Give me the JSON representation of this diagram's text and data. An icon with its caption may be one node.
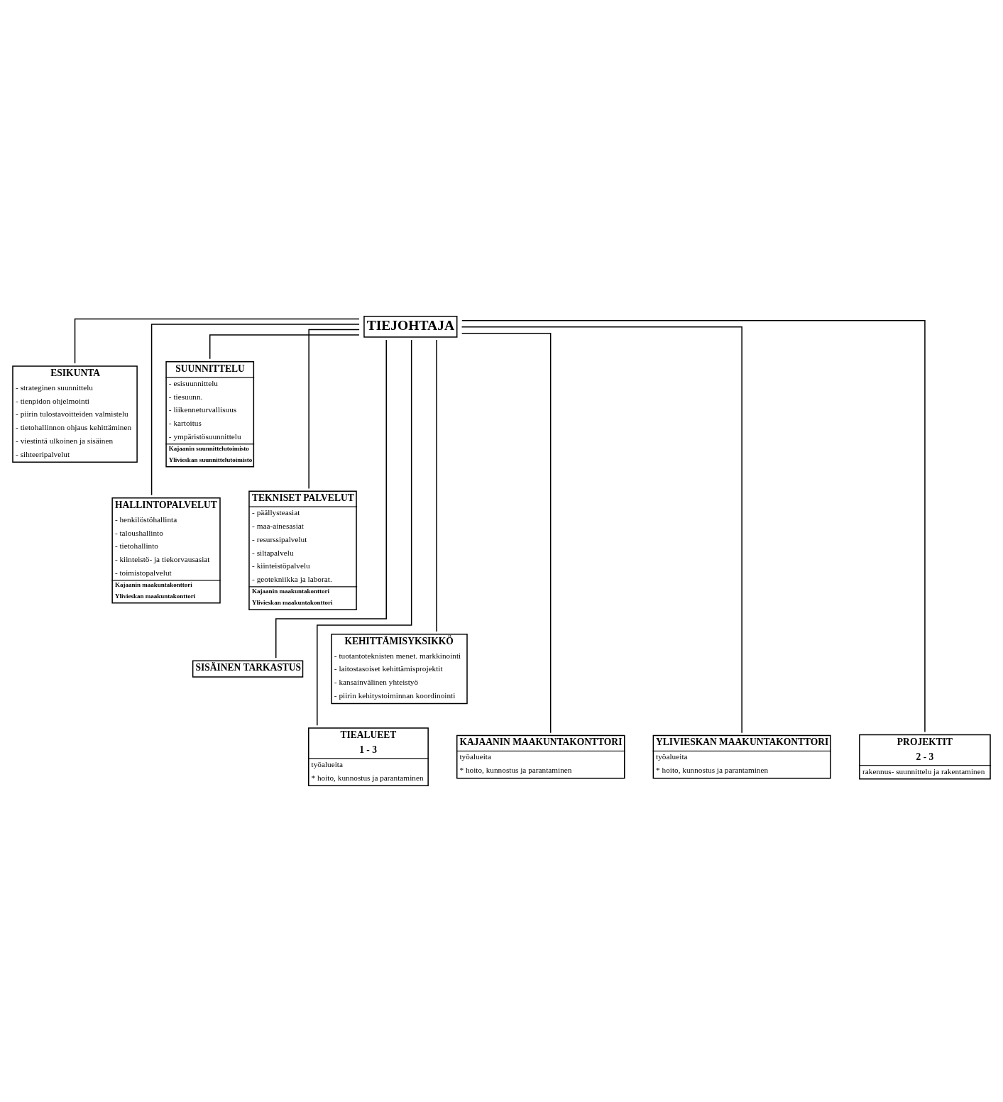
{
  "diagram": {
    "nodes": [
      {
        "text": [
          "TIEJOHTAJA"
        ]
      },
      {
        "text": [
          "ESIKUNTA",
          "- strateginen suunnittelu",
          "- tienpidon ohjelmointi",
          "- piirin tulostavoitteiden valmistelu",
          "- tietohallinnon ohjaus kehittäminen",
          "- viestintä ulkoinen ja sisäinen",
          "- sihteeripalvelut"
        ]
      },
      {
        "text": [
          "SUUNNITTELU",
          "- esisuunnittelu",
          "- tiesuunn.",
          "- liikenneturvallisuus",
          "- kartoitus",
          "- ympäristösuunnittelu",
          "Kajaanin suunnittelutoimisto",
          "Ylivieskan suunnittelutoimisto"
        ]
      },
      {
        "text": [
          "HALLINTOPALVELUT",
          "- henkilöstöhallinta",
          "- taloushallinto",
          "- tietohallinto",
          "- kiinteistö- ja tiekorvausasiat",
          "- toimistopalvelut",
          "Kajaanin maakuntakonttori",
          "Ylivieskan maakuntakonttori"
        ]
      },
      {
        "text": [
          "TEKNISET PALVELUT",
          "- päällysteasiat",
          "- maa-ainesasiat",
          "- resurssipalvelut",
          "- siltapalvelu",
          "- kiinteistöpalvelu",
          "- geotekniikka ja laborat.",
          "Kajaanin maakuntakonttori",
          "Ylivieskan maakuntakonttori"
        ]
      },
      {
        "text": [
          "SISÄINEN TARKASTUS"
        ]
      },
      {
        "text": [
          "KEHITTÄMISYKSIKKÖ",
          "- tuotantoteknisten menet. markkinointi",
          "- laitostasoiset kehittämisprojektit",
          "- kansainvälinen yhteistyö",
          "- piirin kehitystoiminnan koordinointi"
        ]
      },
      {
        "text": [
          "TIEALUEET",
          "1 - 3",
          "työalueita",
          "* hoito, kunnostus ja parantaminen"
        ]
      },
      {
        "text": [
          "KAJAANIN MAAKUNTAKONTTORI",
          "työalueita",
          "* hoito, kunnostus ja parantaminen"
        ]
      },
      {
        "text": [
          "YLIVIESKAN MAAKUNTAKONTTORI",
          "työalueita",
          "* hoito, kunnostus ja parantaminen"
        ]
      },
      {
        "text": [
          "PROJEKTIT",
          "2 - 3",
          "rakennus- suunnittelu ja rakentaminen"
        ]
      }
    ],
    "edges": [
      {
        "from": 0,
        "to": 1,
        "arrow": "none"
      },
      {
        "from": 0,
        "to": 2,
        "arrow": "none"
      },
      {
        "from": 0,
        "to": 3,
        "arrow": "none"
      },
      {
        "from": 0,
        "to": 4,
        "arrow": "none"
      },
      {
        "from": 0,
        "to": 5,
        "arrow": "none"
      },
      {
        "from": 0,
        "to": 6,
        "arrow": "none"
      },
      {
        "from": 0,
        "to": 7,
        "arrow": "none"
      },
      {
        "from": 0,
        "to": 8,
        "arrow": "none"
      },
      {
        "from": 0,
        "to": 9,
        "arrow": "none"
      },
      {
        "from": 0,
        "to": 10,
        "arrow": "none"
      }
    ]
  }
}
